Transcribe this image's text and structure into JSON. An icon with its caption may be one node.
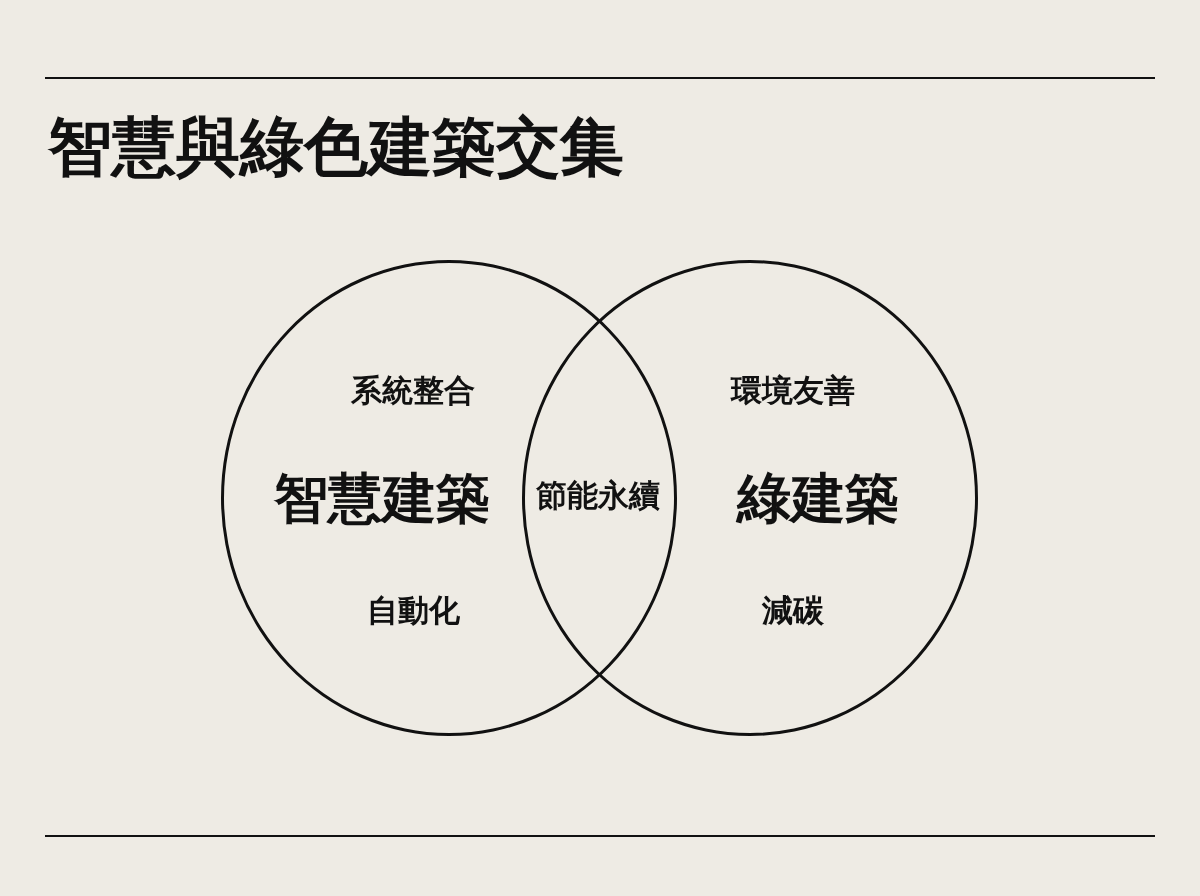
{
  "diagram": {
    "title": "智慧與綠色建築交集",
    "nodes": [
      {
        "text": [
          "系統整合",
          "智慧建築",
          "自動化"
        ]
      },
      {
        "text": [
          "環境友善",
          "綠建築",
          "減碳"
        ]
      }
    ],
    "labels": [
      "節能永續"
    ]
  }
}
